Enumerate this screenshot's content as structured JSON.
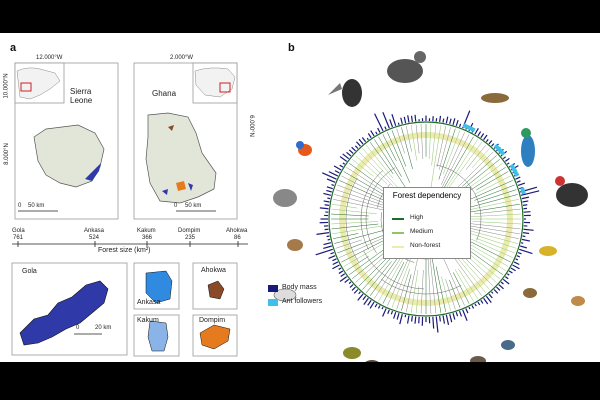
{
  "panel_a": {
    "letter": "a",
    "coords": {
      "top_left": "12.000°W",
      "top_right": "2.000°W",
      "left_upper": "10.000°N",
      "left_lower": "8.000°N",
      "right_side": "6.000°N"
    },
    "maps": {
      "sierra_leone": {
        "name": "Sierra\nLeone",
        "scale": "50 km",
        "scale_zero": "0"
      },
      "ghana": {
        "name": "Ghana",
        "scale": "50 km",
        "scale_zero": "0"
      }
    },
    "forest_axis": {
      "title": "Forest size (km²)",
      "sites": [
        {
          "name": "Gola",
          "value": "761"
        },
        {
          "name": "Ankasa",
          "value": "524"
        },
        {
          "name": "Kakum",
          "value": "366"
        },
        {
          "name": "Dompim",
          "value": "235"
        },
        {
          "name": "Ahokwa",
          "value": "86"
        }
      ]
    },
    "detail_maps": {
      "gola": {
        "name": "Gola",
        "scale_zero": "0",
        "scale": "20 km"
      },
      "ankasa": "Ankasa",
      "ahokwa": "Ahokwa",
      "kakum": "Kakum",
      "dompim": "Dompim"
    }
  },
  "panel_b": {
    "letter": "b",
    "legend": {
      "title": "Forest dependency",
      "items": [
        {
          "label": "High",
          "color": "#1f6b2a"
        },
        {
          "label": "Medium",
          "color": "#8fc46a"
        },
        {
          "label": "Non-forest",
          "color": "#ecebb0"
        }
      ]
    },
    "trait_legend": [
      {
        "label": "Body mass",
        "color": "#1a1a7a"
      },
      {
        "label": "Ant followers",
        "color": "#3fc0e8"
      }
    ]
  },
  "colors": {
    "country_fill": "#e2e6d9",
    "country_stroke": "#555",
    "forest_blue": "#2f3aa8",
    "forest_brown": "#8a4a28",
    "forest_orange": "#e67a1f",
    "mass_bar": "#1a1a7a"
  }
}
